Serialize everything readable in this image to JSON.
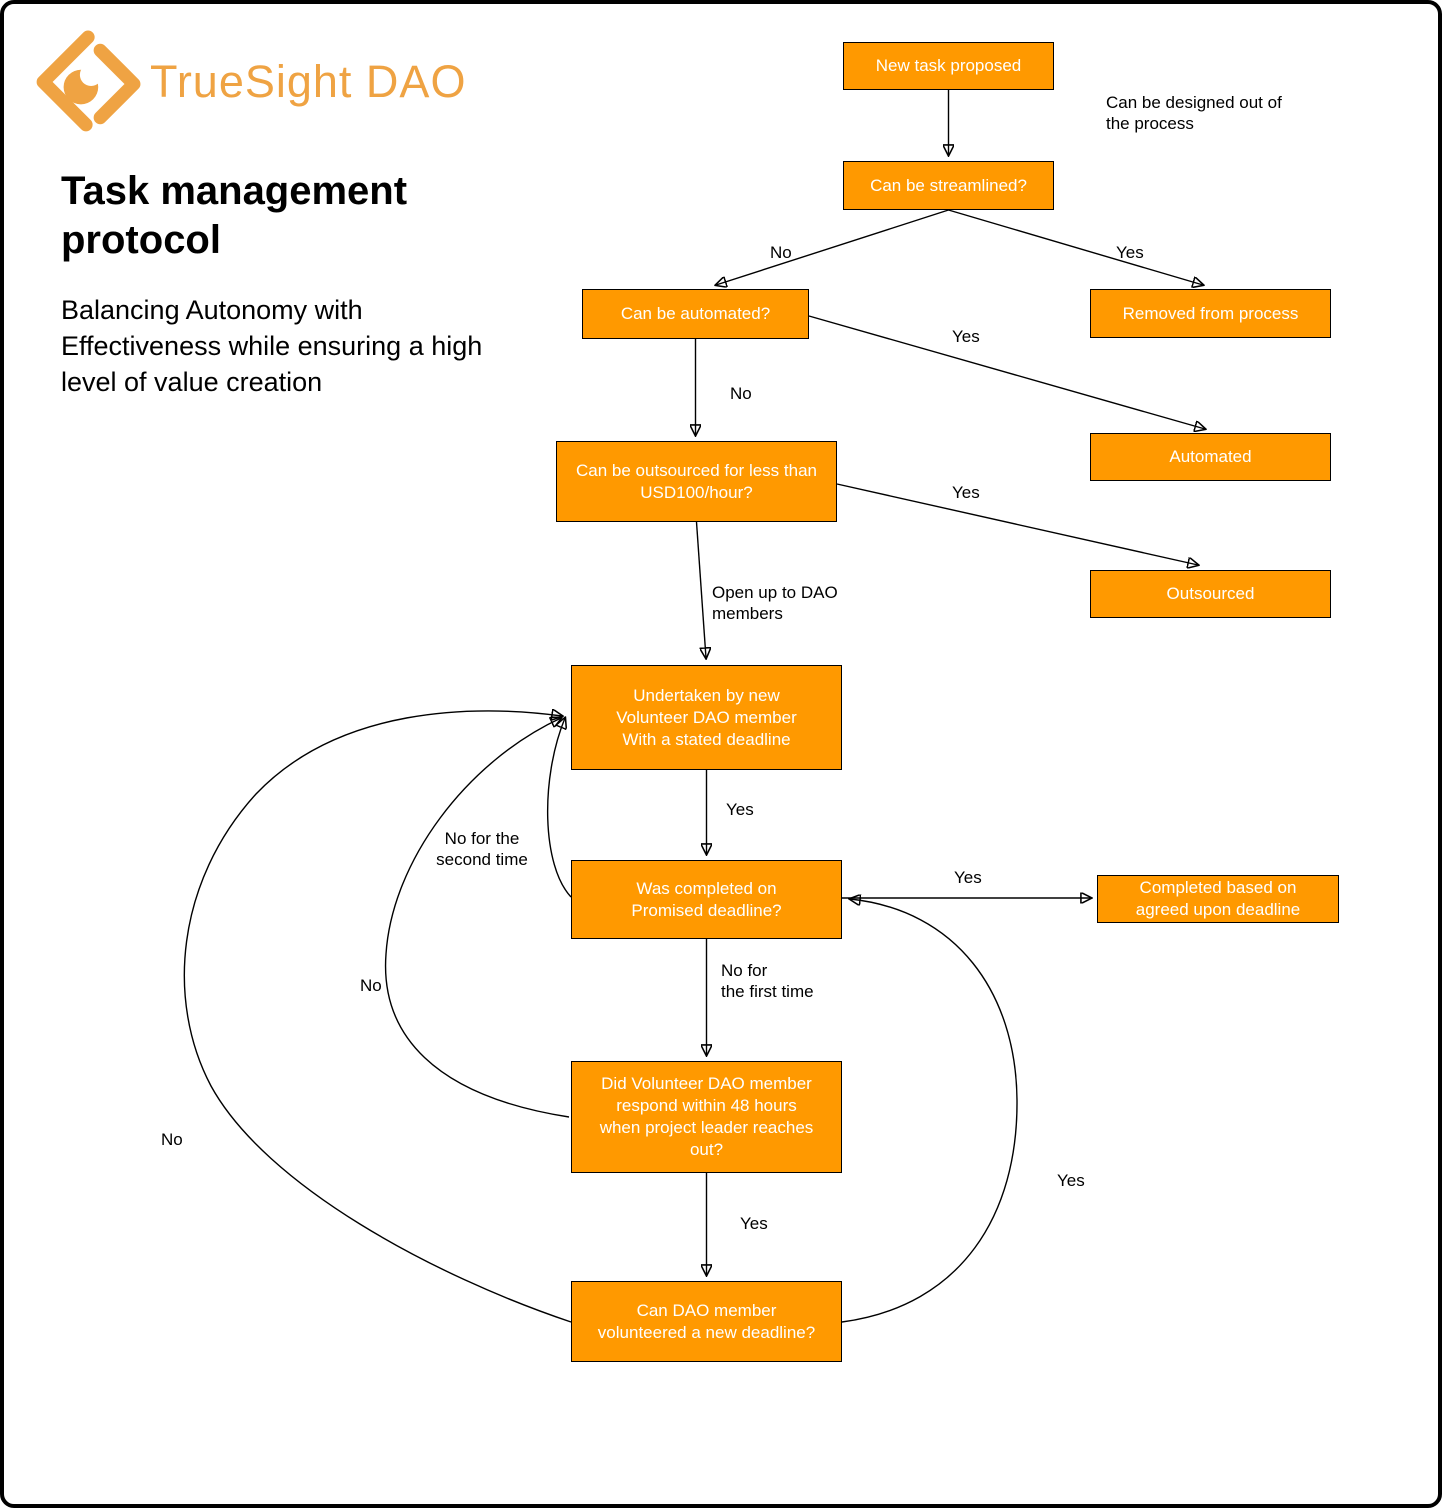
{
  "header": {
    "logo_text": "TrueSight DAO",
    "title": "Task management protocol",
    "subtitle": "Balancing Autonomy with Effectiveness while ensuring a high level of value creation"
  },
  "annotation": "Can be designed out of\nthe process",
  "colors": {
    "node_fill": "#FF9900",
    "node_border": "#000000",
    "edge": "#000000",
    "brand": "#EFA343"
  },
  "nodes": [
    {
      "id": "new_task",
      "label": "New task proposed"
    },
    {
      "id": "streamlined",
      "label": "Can be streamlined?"
    },
    {
      "id": "automated_q",
      "label": "Can be automated?"
    },
    {
      "id": "removed",
      "label": "Removed from process"
    },
    {
      "id": "outsourced_q",
      "label": "Can be outsourced for less than\nUSD100/hour?"
    },
    {
      "id": "automated",
      "label": "Automated"
    },
    {
      "id": "outsourced",
      "label": "Outsourced"
    },
    {
      "id": "undertaken",
      "label": "Undertaken by new\nVolunteer DAO member\nWith a stated deadline"
    },
    {
      "id": "was_completed",
      "label": "Was completed on\nPromised deadline?"
    },
    {
      "id": "completed",
      "label": "Completed based on\nagreed upon deadline"
    },
    {
      "id": "did_respond",
      "label": "Did Volunteer DAO member\nrespond within 48  hours\nwhen project leader reaches\nout?"
    },
    {
      "id": "new_deadline",
      "label": "Can DAO member\nvolunteered a new deadline?"
    }
  ],
  "edges": [
    {
      "from": "new_task",
      "to": "streamlined",
      "label": ""
    },
    {
      "from": "streamlined",
      "to": "automated_q",
      "label": "No"
    },
    {
      "from": "streamlined",
      "to": "removed",
      "label": "Yes"
    },
    {
      "from": "automated_q",
      "to": "automated",
      "label": "Yes"
    },
    {
      "from": "automated_q",
      "to": "outsourced_q",
      "label": "No"
    },
    {
      "from": "outsourced_q",
      "to": "outsourced",
      "label": "Yes"
    },
    {
      "from": "outsourced_q",
      "to": "undertaken",
      "label": "Open up to DAO\nmembers"
    },
    {
      "from": "undertaken",
      "to": "was_completed",
      "label": "Yes"
    },
    {
      "from": "was_completed",
      "to": "completed",
      "label": "Yes"
    },
    {
      "from": "was_completed",
      "to": "undertaken",
      "label": "No for the\nsecond time"
    },
    {
      "from": "was_completed",
      "to": "did_respond",
      "label": "No for\nthe first time"
    },
    {
      "from": "did_respond",
      "to": "undertaken",
      "label": "No"
    },
    {
      "from": "did_respond",
      "to": "new_deadline",
      "label": "Yes"
    },
    {
      "from": "new_deadline",
      "to": "undertaken",
      "label": "No"
    },
    {
      "from": "new_deadline",
      "to": "was_completed",
      "label": "Yes"
    }
  ]
}
